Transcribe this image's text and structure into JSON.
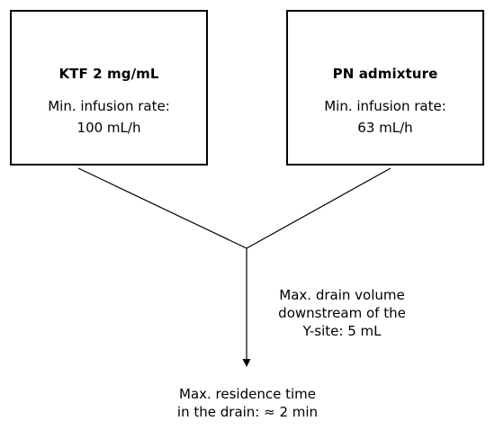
{
  "left_box": {
    "title": "KTF 2 mg/mL",
    "rate_label": "Min. infusion rate:",
    "rate_value": "100 mL/h"
  },
  "right_box": {
    "title": "PN admixture",
    "rate_label": "Min. infusion rate:",
    "rate_value": "63 mL/h"
  },
  "drain_note": {
    "line1": "Max. drain volume",
    "line2": "downstream of the",
    "line3": "Y-site: 5 mL"
  },
  "residence_note": {
    "line1": "Max. residence time",
    "line2": "in the drain: ≈ 2 min"
  }
}
